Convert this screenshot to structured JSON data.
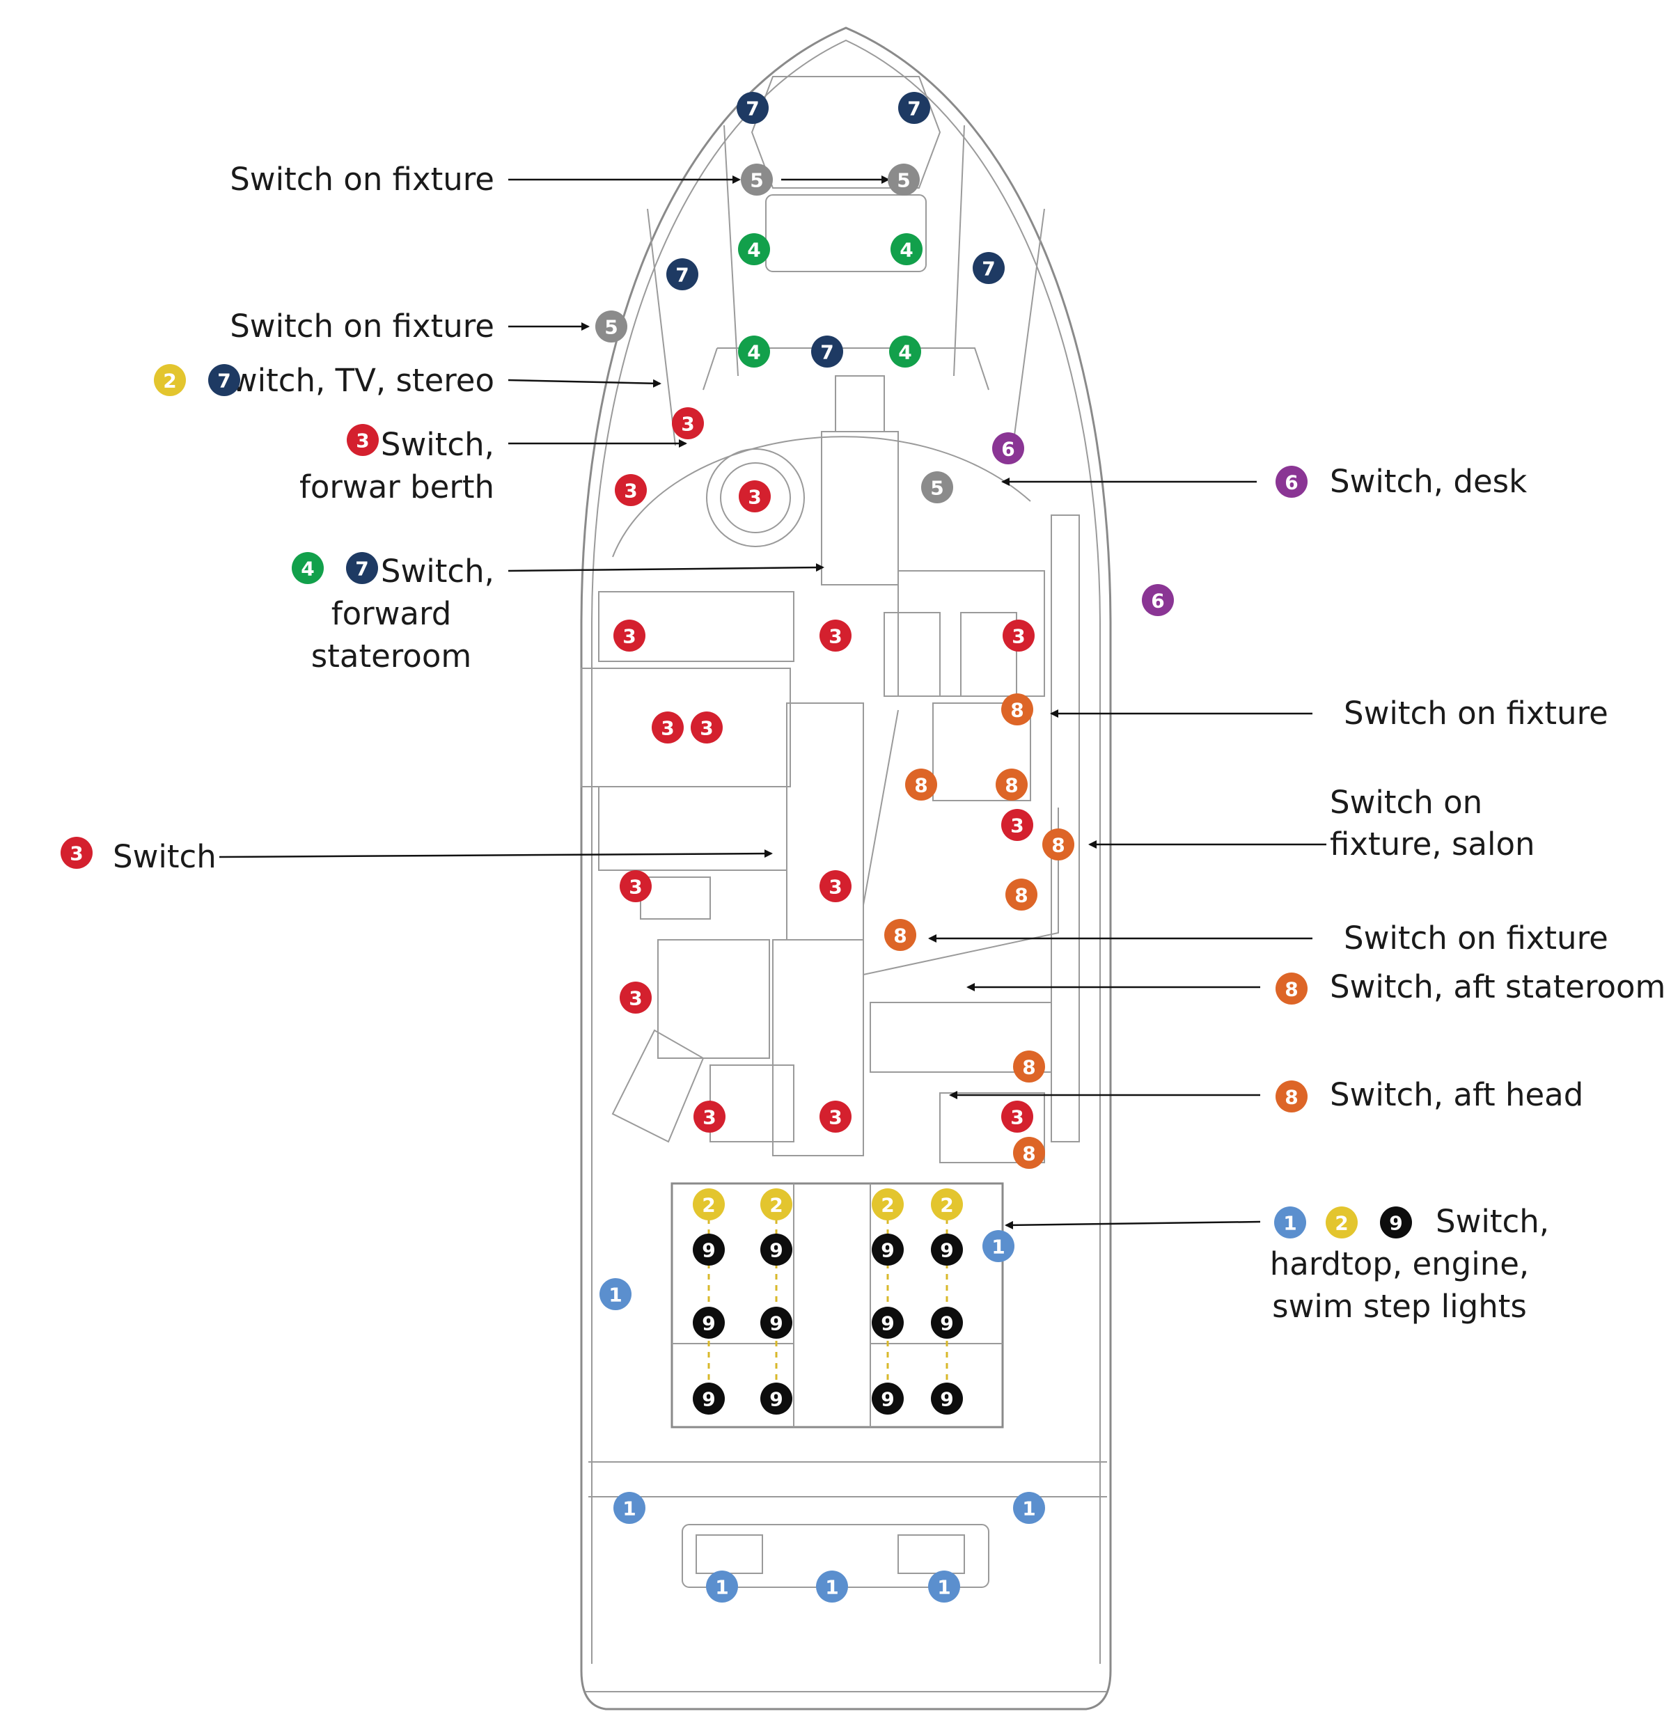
{
  "colors": {
    "1": "#5b8fce",
    "2": "#e3c52e",
    "3": "#d4202e",
    "4": "#12a04b",
    "5": "#8b8b8b",
    "6": "#8a3594",
    "7": "#1e3a63",
    "8": "#dd6527",
    "9": "#0d0d0d"
  },
  "labels": {
    "fixture_top": "Switch on fixture",
    "fixture_port": "Switch on fixture",
    "tv_stereo": "Switch, TV, stereo",
    "forward_berth_1": "Switch,",
    "forward_berth_2": "forwar berth",
    "forward_stateroom_1": "Switch,",
    "forward_stateroom_2": "forward",
    "forward_stateroom_3": "stateroom",
    "switch": "Switch",
    "desk": "Switch, desk",
    "fixture_starboard": "Switch on fixture",
    "salon_1": "Switch on",
    "salon_2": "fixture, salon",
    "fixture_mid": "Switch on fixture",
    "aft_stateroom": "Switch, aft stateroom",
    "aft_head": "Switch, aft head",
    "hardtop_1": "Switch,",
    "hardtop_2": "hardtop, engine,",
    "hardtop_3": "swim step lights"
  },
  "badges": {
    "n1": "1",
    "n2": "2",
    "n3": "3",
    "n4": "4",
    "n5": "5",
    "n6": "6",
    "n7": "7",
    "n8": "8",
    "n9": "9"
  }
}
